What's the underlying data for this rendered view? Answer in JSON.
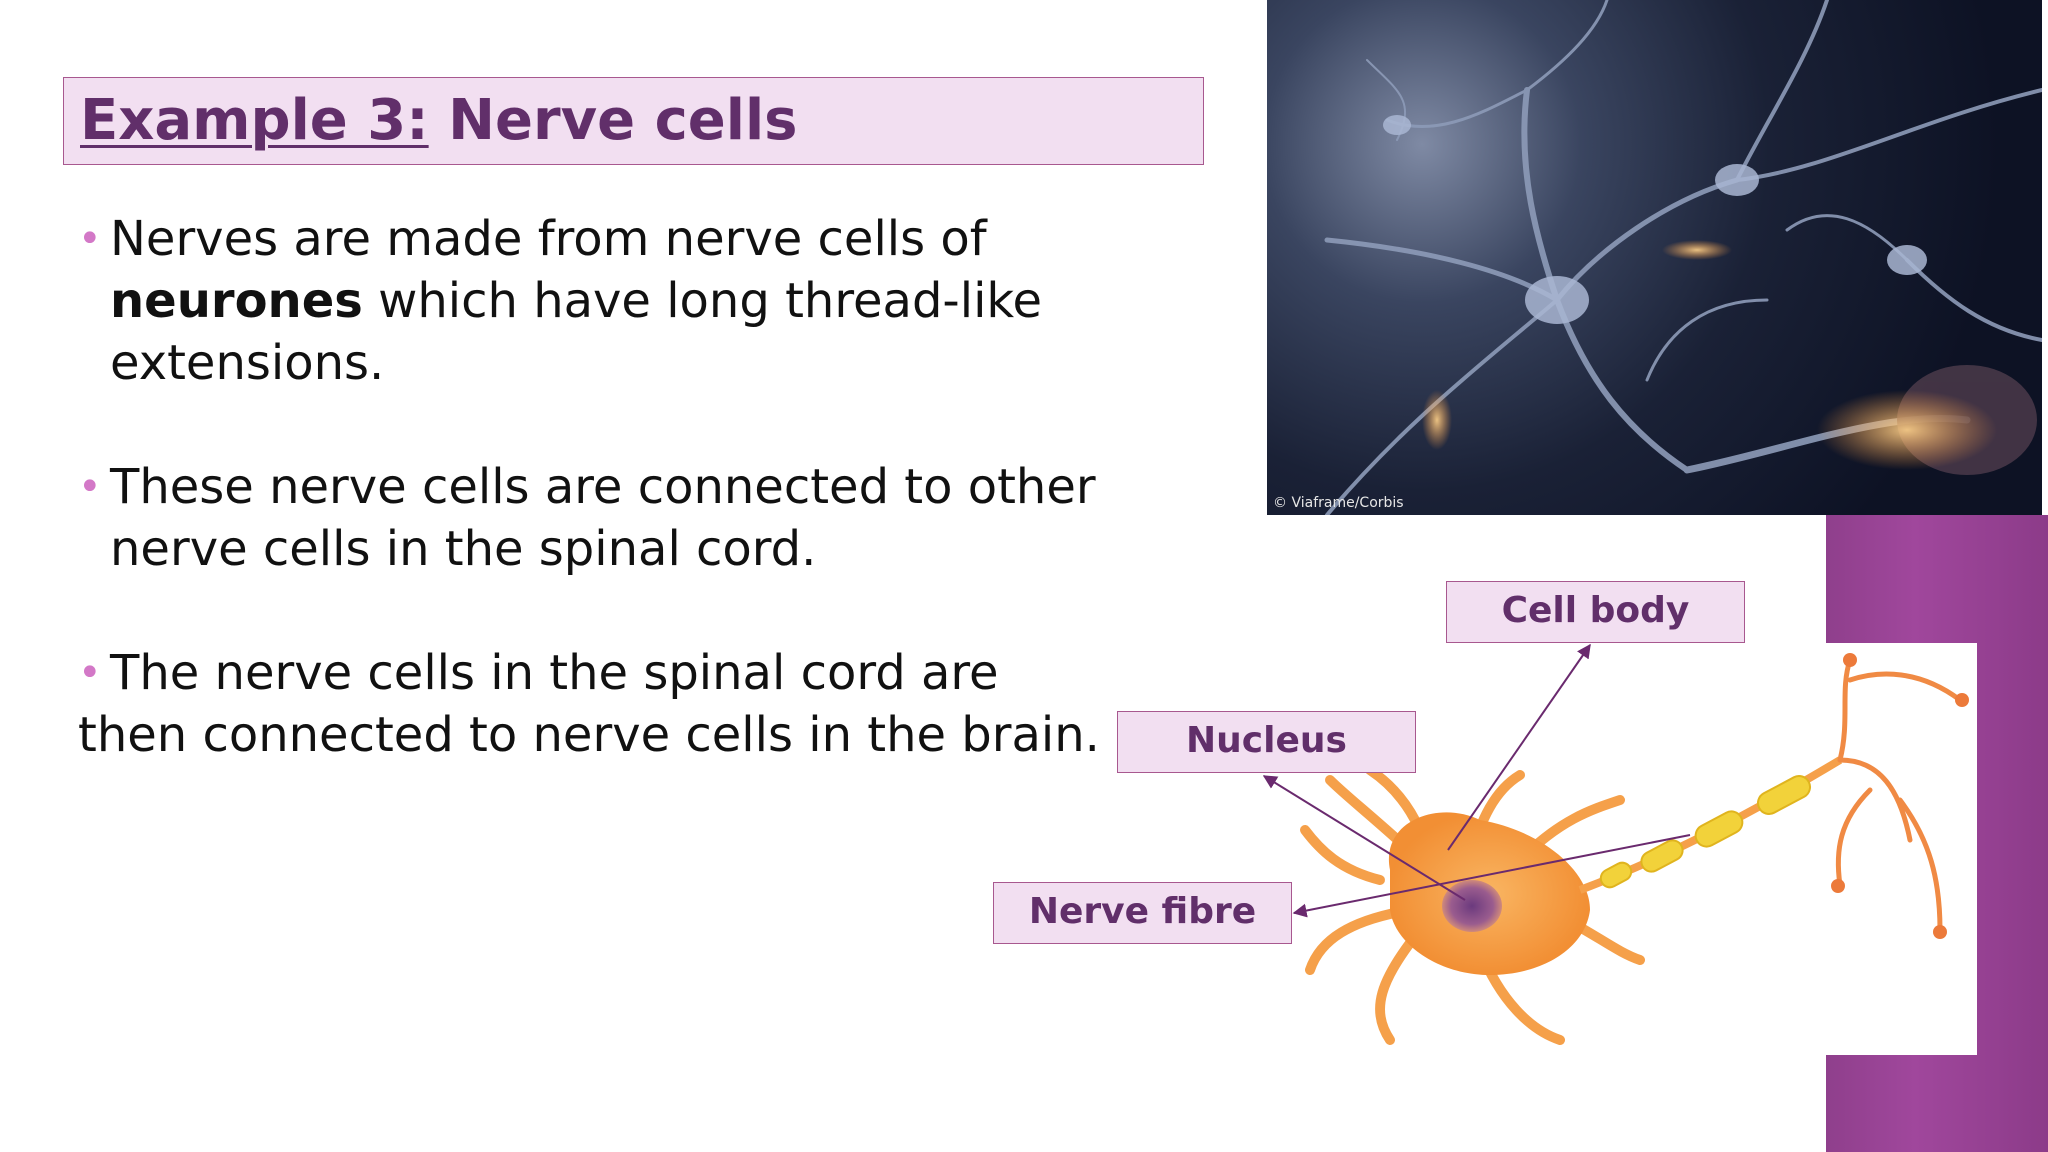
{
  "slide": {
    "title_prefix": "Example 3:",
    "title_rest": " Nerve cells",
    "accent_color": "#612f6a",
    "bullet_color": "#d378c7",
    "band_color": "#9b4497"
  },
  "bullets": [
    {
      "lines": [
        "Nerves are made from nerve cells of",
        " which have long thread-like",
        "extensions."
      ],
      "bold_word": "neurones"
    },
    {
      "lines": [
        "These nerve cells are connected to other",
        "nerve cells in the spinal cord."
      ]
    },
    {
      "lines": [
        "The nerve cells in the spinal cord are",
        "then connected to nerve cells in the brain."
      ]
    }
  ],
  "photo": {
    "credit": "© Viaframe/Corbis"
  },
  "diagram": {
    "labels": {
      "cell_body": "Cell body",
      "nucleus": "Nucleus",
      "nerve_fibre": "Nerve fibre"
    },
    "colors": {
      "cell": "#f5a04a",
      "nucleus": "#7a4a8c",
      "myelin": "#f2d23a",
      "arrow": "#6a2a6e"
    }
  }
}
